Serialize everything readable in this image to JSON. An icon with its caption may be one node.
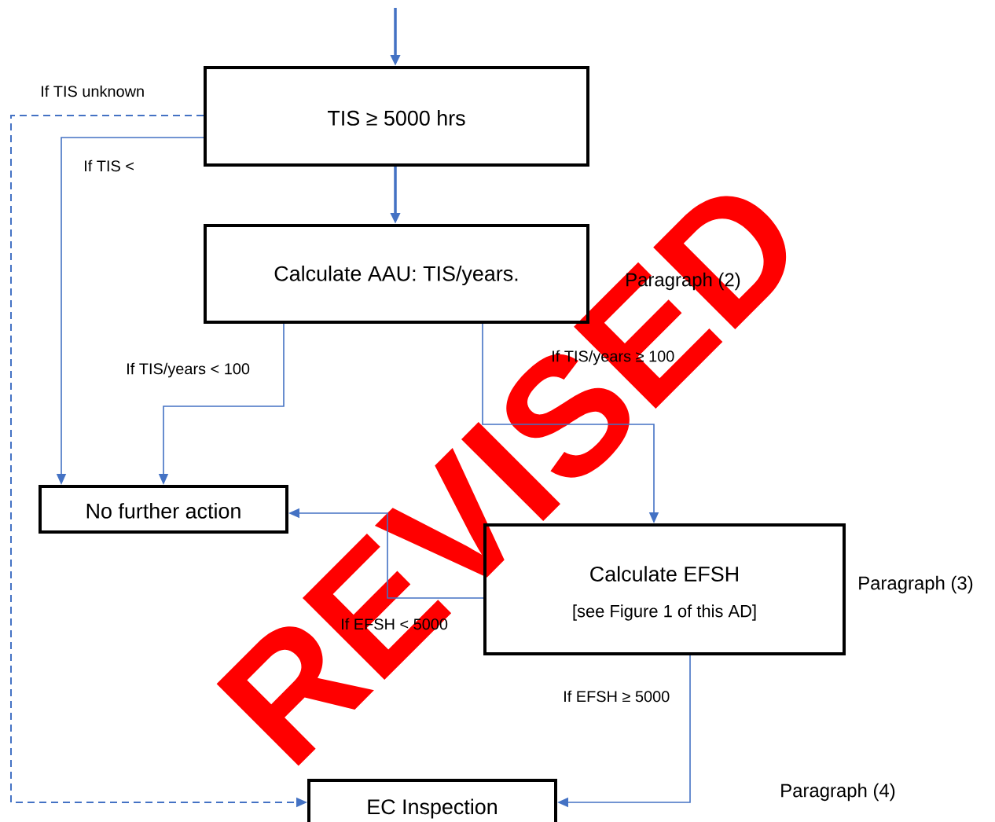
{
  "diagram": {
    "nodes": [
      {
        "text": [
          "TIS ≥ 5000 hrs"
        ]
      },
      {
        "text": [
          "Calculate AAU: TIS/years."
        ],
        "beside": [
          "Paragraph (2)"
        ]
      },
      {
        "text": [
          "No further action"
        ]
      },
      {
        "text": [
          "Calculate EFSH",
          "[see Figure 1 of this AD]"
        ],
        "beside": [
          "Paragraph (3)"
        ]
      },
      {
        "text": [
          "EC Inspection"
        ]
      }
    ],
    "edges": [
      {
        "from": null,
        "to": 0,
        "arrow": "to",
        "style": "thick"
      },
      {
        "from": 0,
        "to": 1,
        "arrow": "to",
        "style": "thick"
      },
      {
        "from": 0,
        "to": 2,
        "arrow": "to",
        "label": "If TIS <"
      },
      {
        "from": 0,
        "to": 4,
        "arrow": "to",
        "style": "dashed",
        "label": "If TIS unknown"
      },
      {
        "from": 1,
        "to": 2,
        "arrow": "to",
        "label": "If TIS/years < 100"
      },
      {
        "from": 1,
        "to": 3,
        "arrow": "to",
        "label": "If TIS/years ≥ 100"
      },
      {
        "from": 3,
        "to": 2,
        "arrow": "to",
        "label": "If EFSH < 5000"
      },
      {
        "from": 3,
        "to": 4,
        "arrow": "to",
        "label": "If EFSH ≥ 5000"
      }
    ],
    "labels": [
      "REVISED",
      "Paragraph (4)"
    ]
  }
}
